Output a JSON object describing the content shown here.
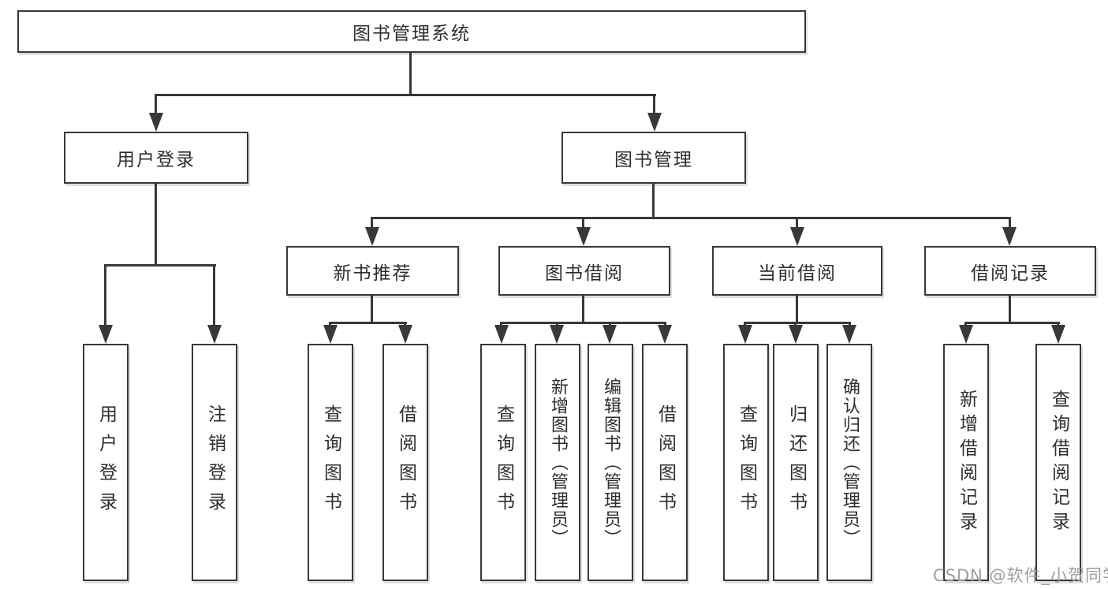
{
  "diagram": {
    "root": {
      "label": "图书管理系统"
    },
    "branches": [
      {
        "label": "用户登录",
        "children": [
          {
            "label": "用户登录"
          },
          {
            "label": "注销登录"
          }
        ]
      },
      {
        "label": "图书管理",
        "children": [
          {
            "label": "新书推荐",
            "children": [
              {
                "label": "查询图书"
              },
              {
                "label": "借阅图书"
              }
            ]
          },
          {
            "label": "图书借阅",
            "children": [
              {
                "label": "查询图书"
              },
              {
                "label": "新增图书（管理员）"
              },
              {
                "label": "编辑图书（管理员）"
              },
              {
                "label": "借阅图书"
              }
            ]
          },
          {
            "label": "当前借阅",
            "children": [
              {
                "label": "查询图书"
              },
              {
                "label": "归还图书"
              },
              {
                "label": "确认归还（管理员）"
              }
            ]
          },
          {
            "label": "借阅记录",
            "children": [
              {
                "label": "新增借阅记录"
              },
              {
                "label": "查询借阅记录"
              }
            ]
          }
        ]
      }
    ]
  },
  "watermark": {
    "text": "CSDN @软件_小贺同学"
  },
  "colors": {
    "line": "#383838",
    "text": "#2e2e2e",
    "background": "#ffffff",
    "watermark": "#9f9f9f"
  }
}
